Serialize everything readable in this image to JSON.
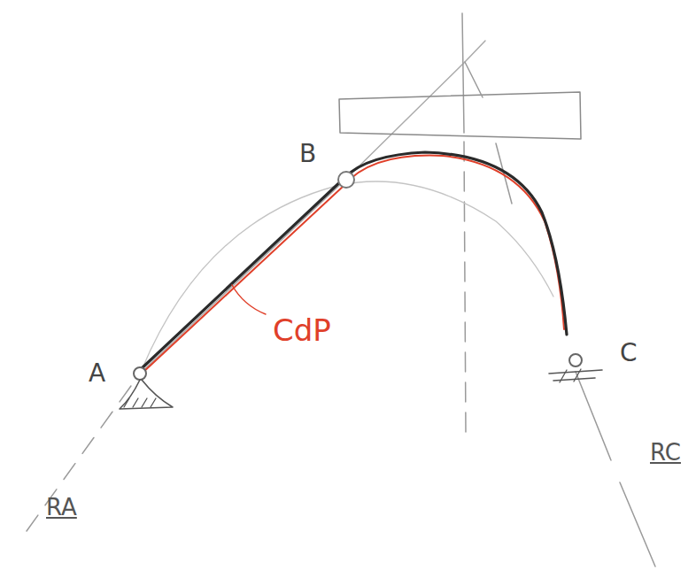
{
  "diagram": {
    "labels": [
      "A",
      "B",
      "C",
      "CdP",
      "RA",
      "RC"
    ]
  }
}
